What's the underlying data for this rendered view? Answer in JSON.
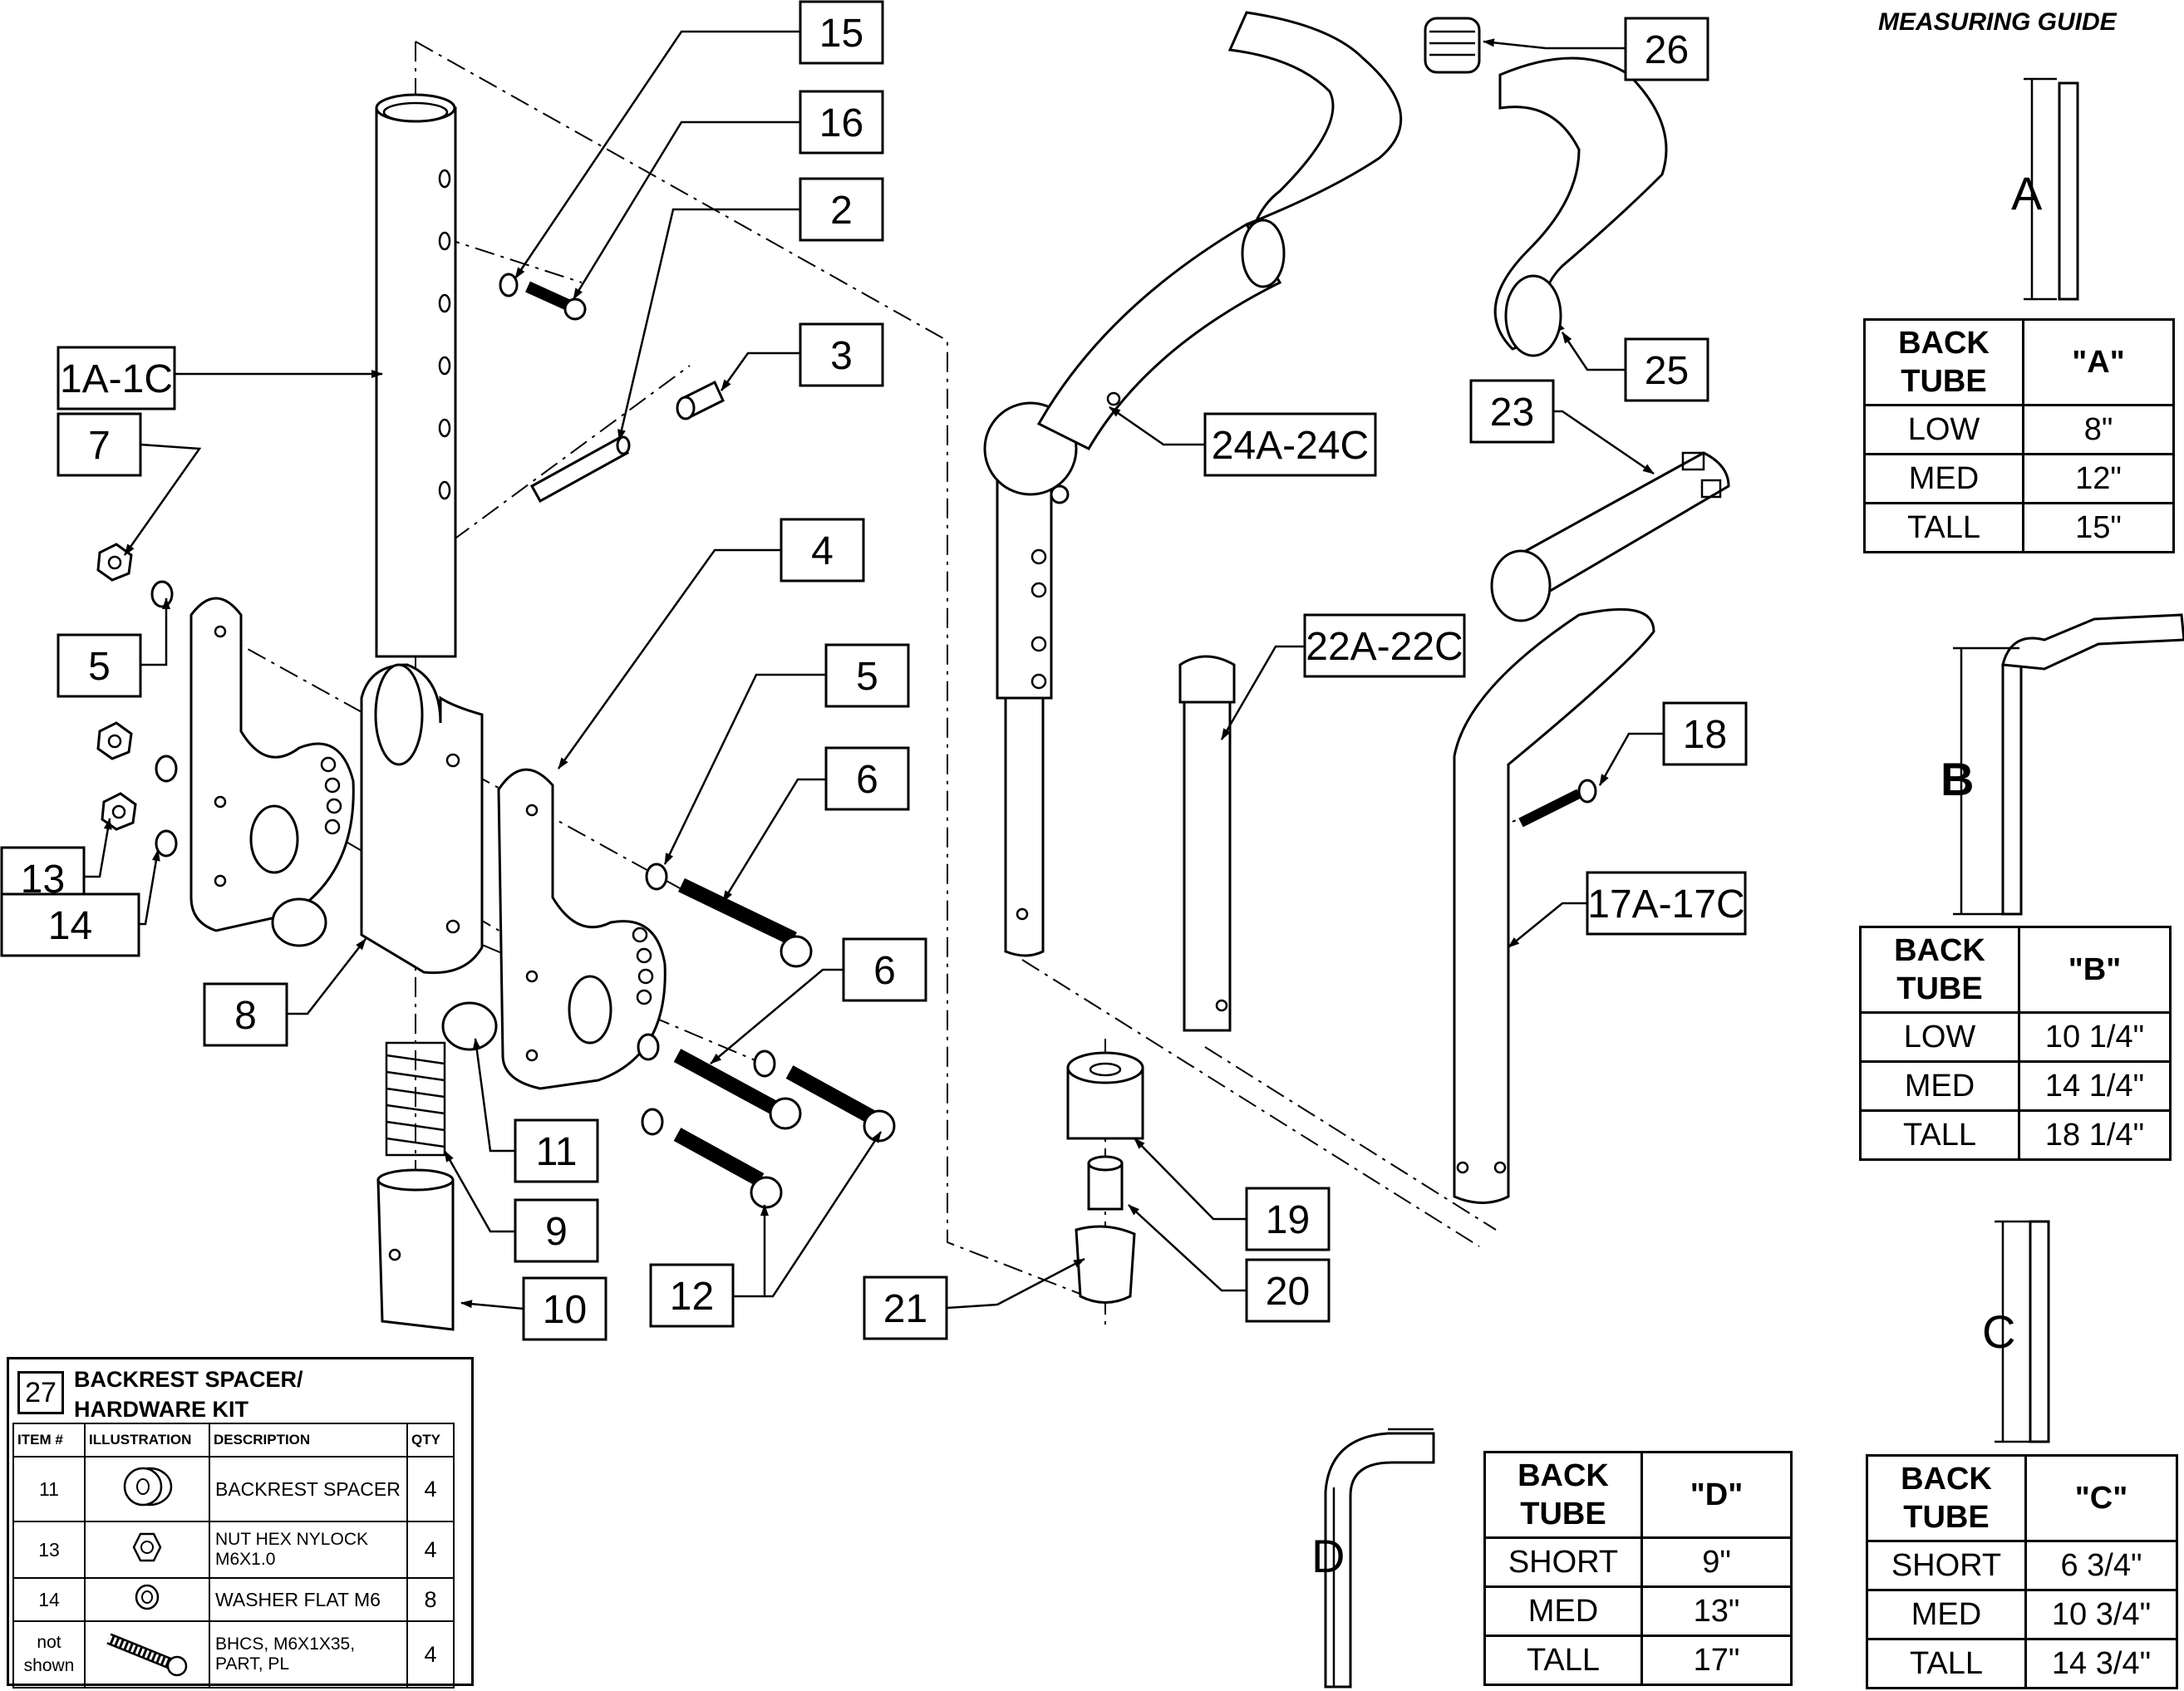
{
  "callouts": [
    {
      "id": "c15",
      "text": "15"
    },
    {
      "id": "c16",
      "text": "16"
    },
    {
      "id": "c2",
      "text": "2"
    },
    {
      "id": "c3",
      "text": "3"
    },
    {
      "id": "c1a",
      "text": "1A-1C"
    },
    {
      "id": "c7",
      "text": "7"
    },
    {
      "id": "c5a",
      "text": "5"
    },
    {
      "id": "c13",
      "text": "13"
    },
    {
      "id": "c14",
      "text": "14"
    },
    {
      "id": "c8",
      "text": "8"
    },
    {
      "id": "c4",
      "text": "4"
    },
    {
      "id": "c5b",
      "text": "5"
    },
    {
      "id": "c6a",
      "text": "6"
    },
    {
      "id": "c6b",
      "text": "6"
    },
    {
      "id": "c11",
      "text": "11"
    },
    {
      "id": "c9",
      "text": "9"
    },
    {
      "id": "c10",
      "text": "10"
    },
    {
      "id": "c12",
      "text": "12"
    },
    {
      "id": "c21",
      "text": "21"
    },
    {
      "id": "c19",
      "text": "19"
    },
    {
      "id": "c20",
      "text": "20"
    },
    {
      "id": "c24",
      "text": "24A-24C"
    },
    {
      "id": "c26",
      "text": "26"
    },
    {
      "id": "c25",
      "text": "25"
    },
    {
      "id": "c23",
      "text": "23"
    },
    {
      "id": "c22",
      "text": "22A-22C"
    },
    {
      "id": "c18",
      "text": "18"
    },
    {
      "id": "c17",
      "text": "17A-17C"
    }
  ],
  "measuring_guide": {
    "title": "MEASURING GUIDE",
    "dim_letters": {
      "a": "A",
      "b": "B",
      "c": "C",
      "d": "D"
    },
    "tables": {
      "a": {
        "header": [
          "BACK TUBE",
          "\"A\""
        ],
        "rows": [
          [
            "LOW",
            "8\""
          ],
          [
            "MED",
            "12\""
          ],
          [
            "TALL",
            "15\""
          ]
        ]
      },
      "b": {
        "header": [
          "BACK TUBE",
          "\"B\""
        ],
        "rows": [
          [
            "LOW",
            "10 1/4\""
          ],
          [
            "MED",
            "14 1/4\""
          ],
          [
            "TALL",
            "18 1/4\""
          ]
        ]
      },
      "c": {
        "header": [
          "BACK TUBE",
          "\"C\""
        ],
        "rows": [
          [
            "SHORT",
            "6 3/4\""
          ],
          [
            "MED",
            "10 3/4\""
          ],
          [
            "TALL",
            "14 3/4\""
          ]
        ]
      },
      "d": {
        "header": [
          "BACK TUBE",
          "\"D\""
        ],
        "rows": [
          [
            "SHORT",
            "9\""
          ],
          [
            "MED",
            "13\""
          ],
          [
            "TALL",
            "17\""
          ]
        ]
      }
    }
  },
  "kit": {
    "number": "27",
    "title_line1": "BACKREST SPACER/",
    "title_line2": "HARDWARE KIT",
    "headers": [
      "ITEM #",
      "ILLUSTRATION",
      "DESCRIPTION",
      "QTY"
    ],
    "rows": [
      {
        "item": "11",
        "description": "BACKREST SPACER",
        "qty": "4",
        "icon": "spacer-icon"
      },
      {
        "item": "13",
        "description": "NUT HEX NYLOCK M6X1.0",
        "qty": "4",
        "icon": "hex-nut-icon"
      },
      {
        "item": "14",
        "description": "WASHER FLAT M6",
        "qty": "8",
        "icon": "washer-icon"
      },
      {
        "item": "not shown",
        "description": "BHCS, M6X1X35, PART, PL",
        "qty": "4",
        "icon": "screw-icon"
      }
    ]
  }
}
